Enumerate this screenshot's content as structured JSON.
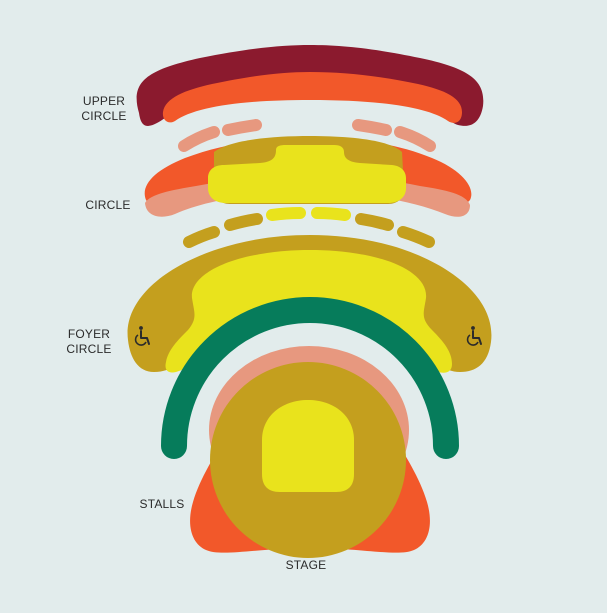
{
  "sections": {
    "upper_circle": {
      "line1": "UPPER",
      "line2": "CIRCLE"
    },
    "circle": {
      "label": "CIRCLE"
    },
    "foyer_circle": {
      "line1": "FOYER",
      "line2": "CIRCLE"
    },
    "stalls": {
      "label": "STALLS"
    },
    "stage": {
      "label": "STAGE"
    }
  },
  "icons": {
    "wheelchair_left": "wheelchair-icon",
    "wheelchair_right": "wheelchair-icon"
  },
  "colors": {
    "background": "#e2ecec",
    "maroon": "#8b1a2e",
    "orange": "#f2582a",
    "salmon": "#e7987f",
    "gold": "#c49f1e",
    "yellow": "#e9e31c",
    "green": "#067c5b"
  }
}
